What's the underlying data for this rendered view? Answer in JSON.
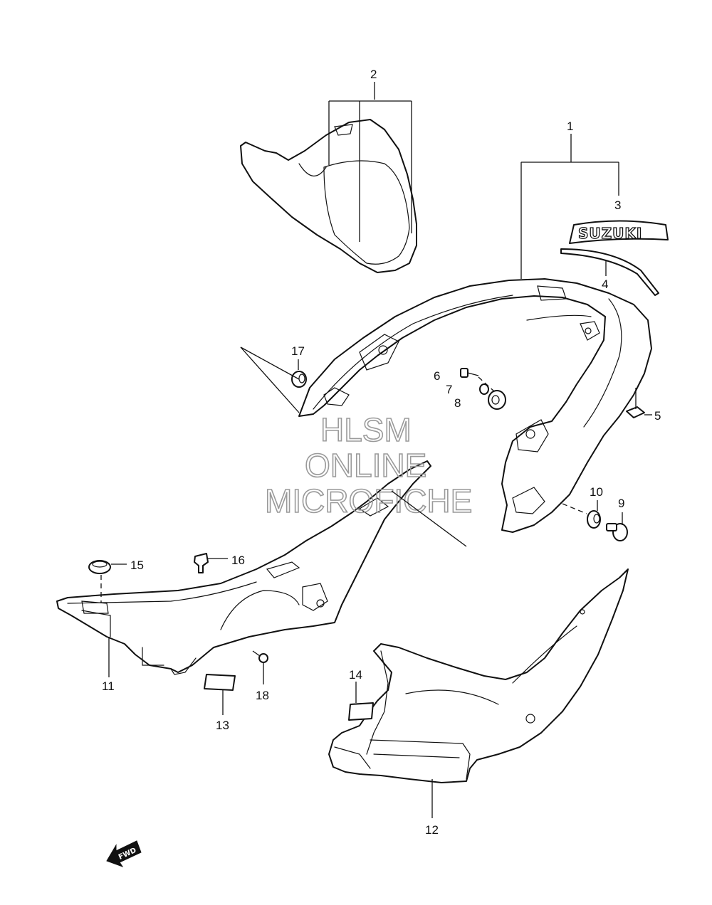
{
  "callouts": [
    "1",
    "2",
    "3",
    "4",
    "5",
    "6",
    "7",
    "8",
    "9",
    "10",
    "11",
    "12",
    "13",
    "14",
    "15",
    "16",
    "17",
    "18"
  ],
  "emblem_text": "SUZUKI",
  "direction_label": "FWD",
  "watermark": {
    "line1": "HLSM",
    "line2": "ONLINE",
    "line3": "MICROFICHE",
    "color": "#9a9a9a"
  },
  "line_color": "#111111",
  "icons": [
    "fwd-arrow-icon"
  ]
}
